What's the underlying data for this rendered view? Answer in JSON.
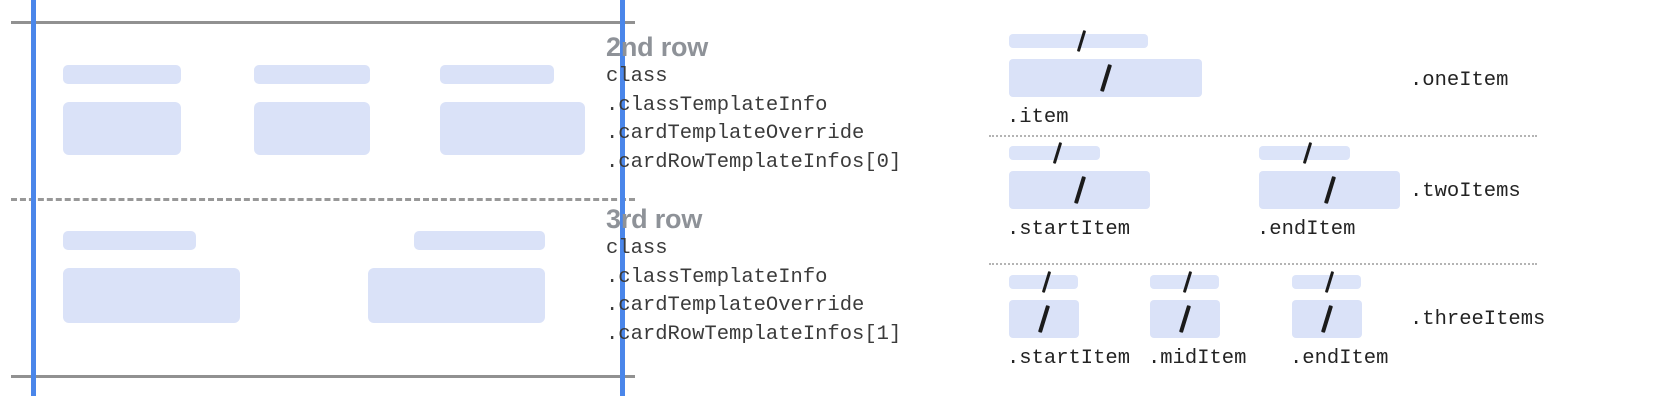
{
  "theme": {
    "background": "#ffffff",
    "placeholder_fill": "#dae2f8",
    "rail_blue": "#4a86ea",
    "boundary_gray": "#919191",
    "row_separator_gray": "#989898",
    "dotted_separator_gray": "#b4b4b4",
    "title_gray": "#8e9298",
    "code_black": "#3b3b3b",
    "slash_black": "#1b1b1b"
  },
  "left_panel": {
    "name": "card-preview",
    "rails": [
      "left-rail",
      "right-rail"
    ],
    "boundaries": [
      "card-top-boundary",
      "card-bottom-boundary"
    ],
    "row_separator": "row-divider",
    "rows": [
      {
        "name": "second-row-preview",
        "cells": [
          {
            "label_bar": "title-placeholder",
            "body_bar": "body-placeholder"
          },
          {
            "label_bar": "title-placeholder",
            "body_bar": "body-placeholder"
          },
          {
            "label_bar": "title-placeholder",
            "body_bar": "body-placeholder"
          }
        ]
      },
      {
        "name": "third-row-preview",
        "cells": [
          {
            "label_bar": "title-placeholder",
            "body_bar": "body-placeholder"
          },
          {
            "label_bar": "title-placeholder",
            "body_bar": "body-placeholder"
          }
        ]
      }
    ]
  },
  "annotations": [
    {
      "title": "2nd row",
      "code_lines": [
        "class",
        ".classTemplateInfo",
        ".cardTemplateOverride",
        ".cardRowTemplateInfos[0]"
      ]
    },
    {
      "title": "3rd row",
      "code_lines": [
        "class",
        ".classTemplateInfo",
        ".cardTemplateOverride",
        ".cardRowTemplateInfos[1]"
      ]
    }
  ],
  "right_panel": {
    "name": "row-layout-variants",
    "variants": [
      {
        "row_label": ".oneItem",
        "items": [
          {
            "caption": ".item"
          }
        ]
      },
      {
        "row_label": ".twoItems",
        "items": [
          {
            "caption": ".startItem"
          },
          {
            "caption": ".endItem"
          }
        ]
      },
      {
        "row_label": ".threeItems",
        "items": [
          {
            "caption": ".startItem"
          },
          {
            "caption": ".midItem"
          },
          {
            "caption": ".endItem"
          }
        ]
      }
    ]
  }
}
